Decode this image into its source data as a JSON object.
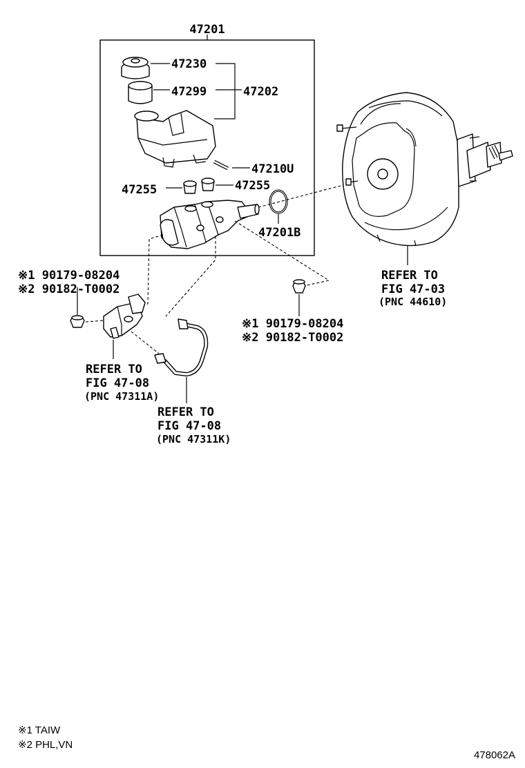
{
  "assembly": "47201",
  "parts": {
    "reservoir_cap": "47230",
    "strainer": "47299",
    "reservoir_group": "47202",
    "pin": "47210U",
    "grommet_left": "47255",
    "grommet_right": "47255",
    "o_ring": "47201B"
  },
  "nut_left": {
    "line1": "※1 90179-08204",
    "line2": "※2 90182-T0002"
  },
  "nut_right": {
    "line1": "※1 90179-08204",
    "line2": "※2 90182-T0002"
  },
  "refer_booster": {
    "line1": "REFER TO",
    "line2": "FIG 47-03",
    "line3": "(PNC 44610)"
  },
  "refer_valve": {
    "line1": "REFER TO",
    "line2": "FIG 47-08",
    "line3": "(PNC 47311A)"
  },
  "refer_tube": {
    "line1": "REFER TO",
    "line2": "FIG 47-08",
    "line3": "(PNC 47311K)"
  },
  "footnotes": {
    "note1": "※1 TAIW",
    "note2": "※2 PHL,VN"
  },
  "figure_code": "478062A"
}
